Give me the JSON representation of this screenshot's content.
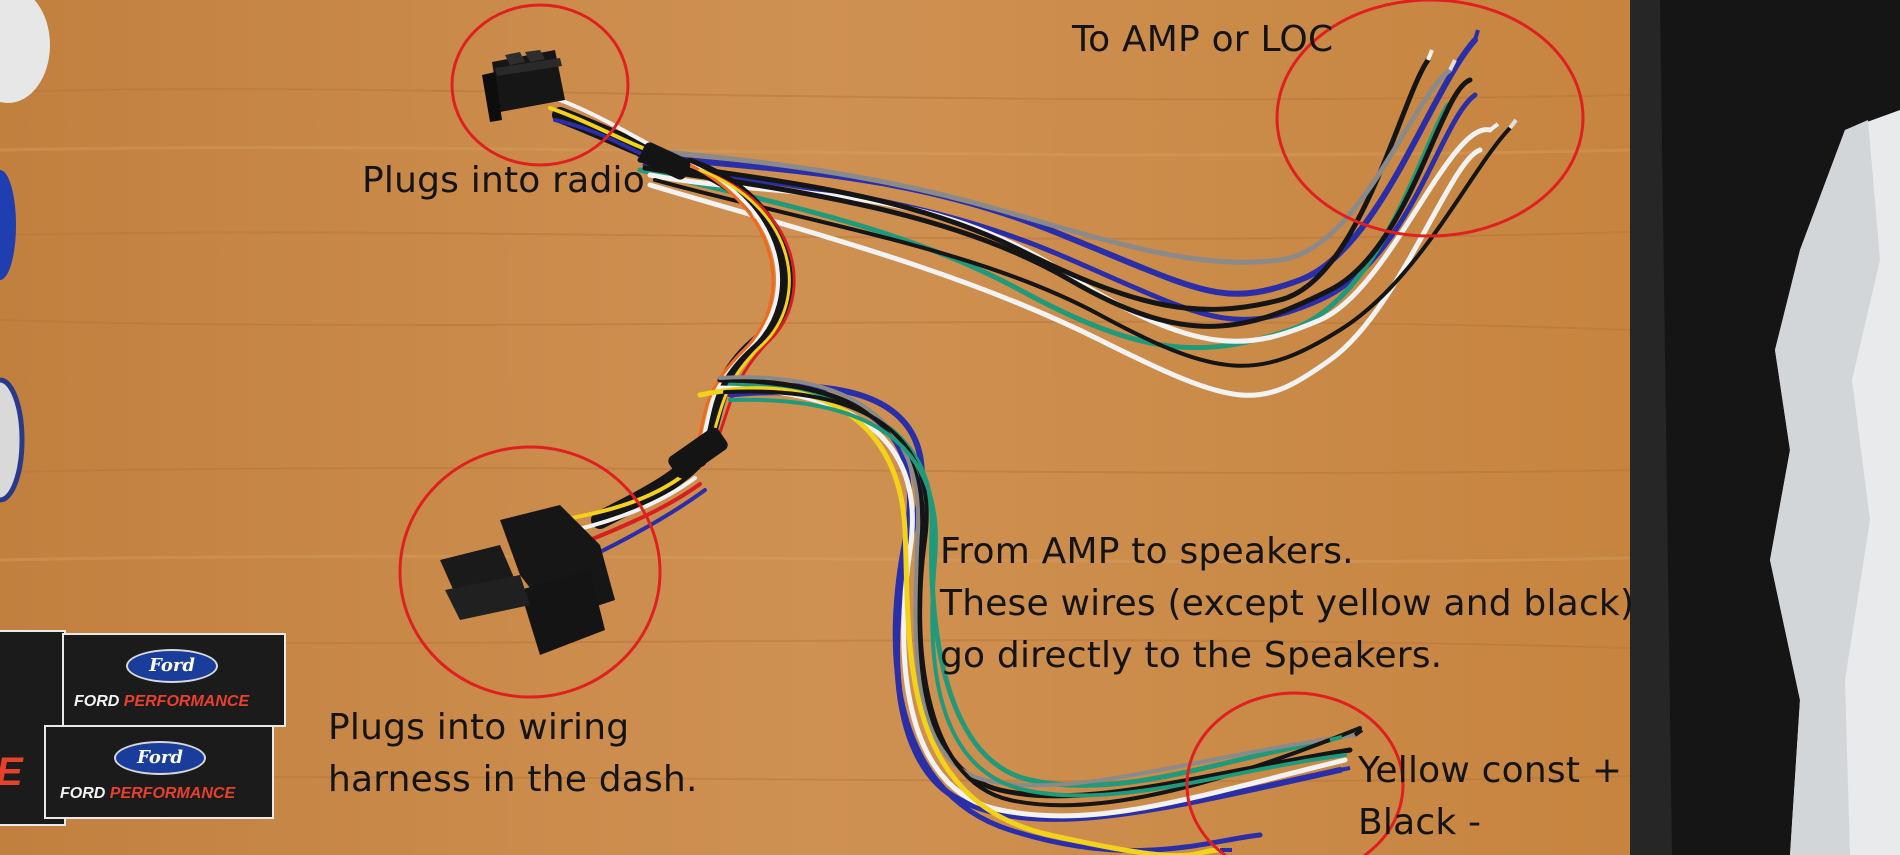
{
  "annotations": {
    "to_amp": "To AMP or LOC",
    "plugs_radio": "Plugs into radio",
    "from_amp": "From AMP to speakers.\nThese wires (except yellow and black)\ngo directly to the Speakers.",
    "plugs_wiring": "Plugs into wiring\nharness in the dash.",
    "yellow_black": "Yellow const +\nBlack -"
  },
  "sticker": {
    "logo_text": "Ford",
    "tag_white": "FORD ",
    "tag_red": "PERFORMANCE",
    "partial_letter": "E"
  },
  "colors": {
    "table_wood": "#c98a4b",
    "mat": "#151515",
    "circle_red": "#e02020",
    "connector": "#161616",
    "wire_blue": "#2a2ea8",
    "wire_green": "#1f9a7a",
    "wire_yellow": "#f3d21a",
    "wire_white": "#f2f2f2",
    "wire_gray": "#8a8a8a",
    "wire_black": "#151515",
    "wire_orange": "#ef6a1c",
    "wire_red": "#d62020"
  }
}
